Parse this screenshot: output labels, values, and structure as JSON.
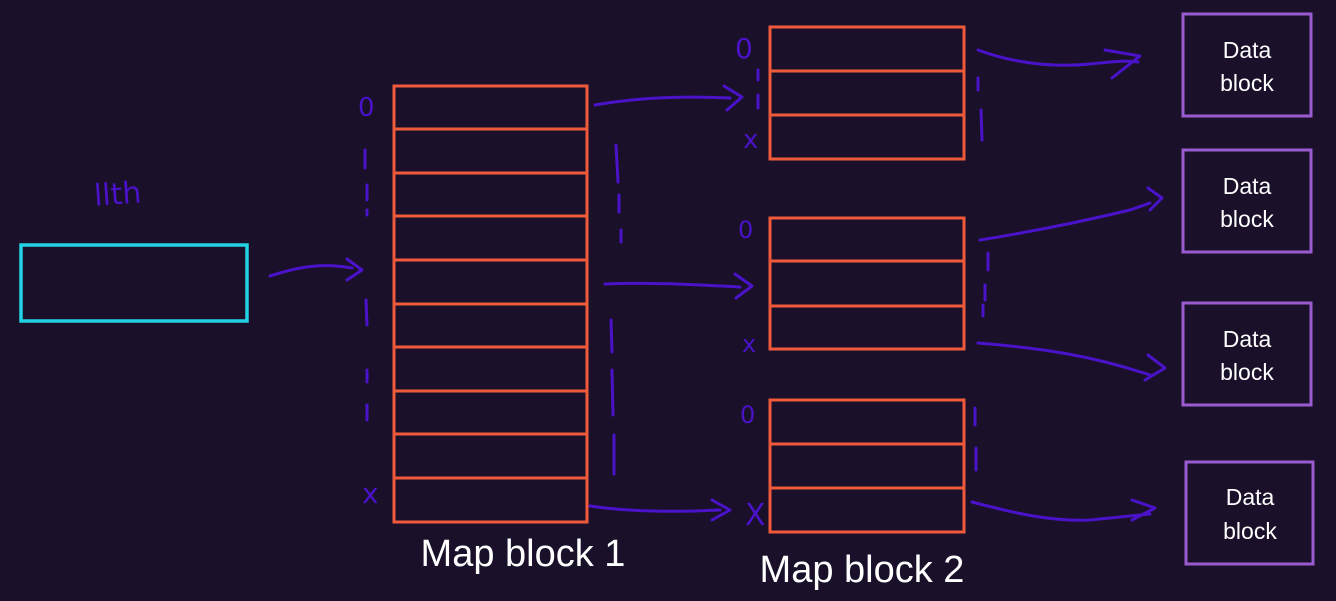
{
  "annotation": "llth",
  "map_block_1": {
    "caption": "Map block 1",
    "top_index": "0",
    "bottom_index": "x"
  },
  "map_block_2": {
    "caption": "Map block 2",
    "groups": [
      {
        "top_index": "0",
        "bottom_index": "x"
      },
      {
        "top_index": "0",
        "bottom_index": "x"
      },
      {
        "top_index": "0",
        "bottom_index": "X"
      }
    ]
  },
  "data_blocks": [
    {
      "line1": "Data",
      "line2": "block"
    },
    {
      "line1": "Data",
      "line2": "block"
    },
    {
      "line1": "Data",
      "line2": "block"
    },
    {
      "line1": "Data",
      "line2": "block"
    }
  ],
  "colors": {
    "background": "#1a1029",
    "pointer_box": "#22d3e6",
    "map_cells": "#f05a3a",
    "data_box": "#9b5bd0",
    "handwriting": "#4a12c9"
  }
}
